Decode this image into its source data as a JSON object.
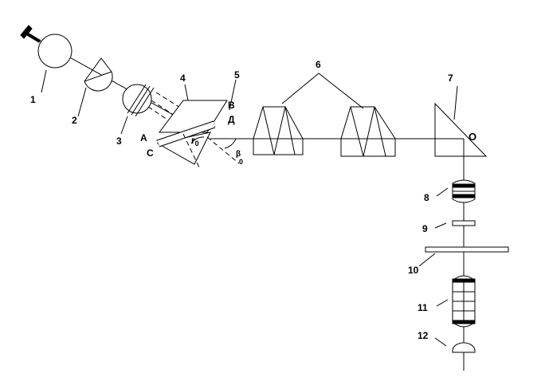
{
  "labels": {
    "n1": "1",
    "n2": "2",
    "n3": "3",
    "n4": "4",
    "n5": "5",
    "n6": "6",
    "n7": "7",
    "n8": "8",
    "n9": "9",
    "n10": "10",
    "n11": "11",
    "n12": "12",
    "A": "A",
    "B": "B",
    "C": "C",
    "D": "Д",
    "O": "O",
    "r0_r": "r",
    "r0_sub": "0",
    "b0_b": "β",
    "b0_sub": "0"
  }
}
